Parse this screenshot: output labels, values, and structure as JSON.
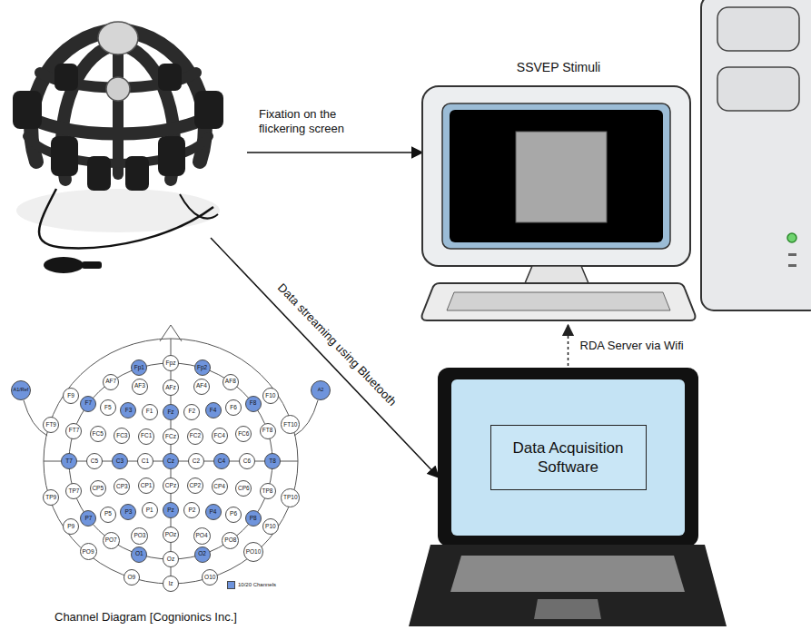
{
  "diagram": {
    "nodes": [
      {
        "text": [
          "SSVEP Stimuli"
        ]
      },
      {
        "text": [
          "Data Acquisition Software"
        ]
      },
      {
        "text": [
          "Fp1"
        ]
      },
      {
        "text": [
          "Fpz"
        ]
      },
      {
        "text": [
          "Fp2"
        ]
      },
      {
        "text": [
          "AF7"
        ]
      },
      {
        "text": [
          "AF3"
        ]
      },
      {
        "text": [
          "AFz"
        ]
      },
      {
        "text": [
          "AF4"
        ]
      },
      {
        "text": [
          "AF8"
        ]
      },
      {
        "text": [
          "A1/Ref"
        ]
      },
      {
        "text": [
          "A2"
        ]
      },
      {
        "text": [
          "F9"
        ]
      },
      {
        "text": [
          "F7"
        ]
      },
      {
        "text": [
          "F5"
        ]
      },
      {
        "text": [
          "F3"
        ]
      },
      {
        "text": [
          "F1"
        ]
      },
      {
        "text": [
          "Fz"
        ]
      },
      {
        "text": [
          "F2"
        ]
      },
      {
        "text": [
          "F4"
        ]
      },
      {
        "text": [
          "F6"
        ]
      },
      {
        "text": [
          "F8"
        ]
      },
      {
        "text": [
          "F10"
        ]
      },
      {
        "text": [
          "FT9"
        ]
      },
      {
        "text": [
          "FT7"
        ]
      },
      {
        "text": [
          "FC5"
        ]
      },
      {
        "text": [
          "FC3"
        ]
      },
      {
        "text": [
          "FC1"
        ]
      },
      {
        "text": [
          "FCz"
        ]
      },
      {
        "text": [
          "FC2"
        ]
      },
      {
        "text": [
          "FC4"
        ]
      },
      {
        "text": [
          "FC6"
        ]
      },
      {
        "text": [
          "FT8"
        ]
      },
      {
        "text": [
          "FT10"
        ]
      },
      {
        "text": [
          "T7"
        ]
      },
      {
        "text": [
          "C5"
        ]
      },
      {
        "text": [
          "C3"
        ]
      },
      {
        "text": [
          "C1"
        ]
      },
      {
        "text": [
          "Cz"
        ]
      },
      {
        "text": [
          "C2"
        ]
      },
      {
        "text": [
          "C4"
        ]
      },
      {
        "text": [
          "C6"
        ]
      },
      {
        "text": [
          "T8"
        ]
      },
      {
        "text": [
          "TP9"
        ]
      },
      {
        "text": [
          "TP7"
        ]
      },
      {
        "text": [
          "CP5"
        ]
      },
      {
        "text": [
          "CP3"
        ]
      },
      {
        "text": [
          "CP1"
        ]
      },
      {
        "text": [
          "CPz"
        ]
      },
      {
        "text": [
          "CP2"
        ]
      },
      {
        "text": [
          "CP4"
        ]
      },
      {
        "text": [
          "CP6"
        ]
      },
      {
        "text": [
          "TP8"
        ]
      },
      {
        "text": [
          "TP10"
        ]
      },
      {
        "text": [
          "P9"
        ]
      },
      {
        "text": [
          "P7"
        ]
      },
      {
        "text": [
          "P5"
        ]
      },
      {
        "text": [
          "P3"
        ]
      },
      {
        "text": [
          "P1"
        ]
      },
      {
        "text": [
          "Pz"
        ]
      },
      {
        "text": [
          "P2"
        ]
      },
      {
        "text": [
          "P4"
        ]
      },
      {
        "text": [
          "P6"
        ]
      },
      {
        "text": [
          "P8"
        ]
      },
      {
        "text": [
          "P10"
        ]
      },
      {
        "text": [
          "PO9"
        ]
      },
      {
        "text": [
          "PO7"
        ]
      },
      {
        "text": [
          "PO3"
        ]
      },
      {
        "text": [
          "POz"
        ]
      },
      {
        "text": [
          "PO4"
        ]
      },
      {
        "text": [
          "PO8"
        ]
      },
      {
        "text": [
          "PO10"
        ]
      },
      {
        "text": [
          "O1"
        ]
      },
      {
        "text": [
          "Oz"
        ]
      },
      {
        "text": [
          "O2"
        ]
      },
      {
        "text": [
          "O9"
        ]
      },
      {
        "text": [
          "Iz"
        ]
      },
      {
        "text": [
          "O10"
        ]
      }
    ],
    "edges": [
      {
        "from": 1,
        "to": 0,
        "arrow": "to",
        "label": "RDA Server via Wifi"
      }
    ],
    "labels": [
      "Fixation on the flickering screen",
      "Data streaming using Bluetooth",
      "Channel Diagram [Cognionics Inc.]"
    ],
    "legend": [
      {
        "text": "10/20 Channels",
        "color": "#6f94dc"
      }
    ]
  }
}
